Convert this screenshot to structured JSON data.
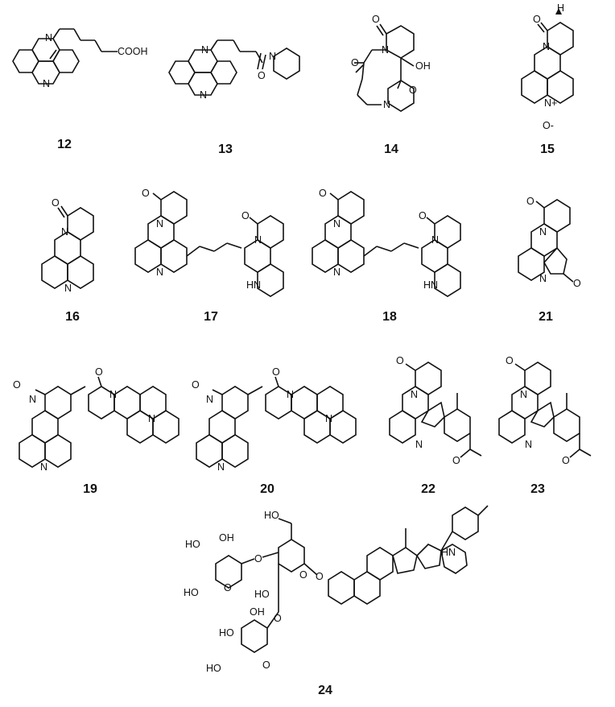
{
  "figure": {
    "compounds": [
      {
        "id": "12",
        "group": "COOH"
      },
      {
        "id": "13"
      },
      {
        "id": "14"
      },
      {
        "id": "15"
      },
      {
        "id": "16"
      },
      {
        "id": "17"
      },
      {
        "id": "18"
      },
      {
        "id": "21"
      },
      {
        "id": "19"
      },
      {
        "id": "20"
      },
      {
        "id": "22"
      },
      {
        "id": "23"
      },
      {
        "id": "24"
      }
    ],
    "atoms": {
      "N": "N",
      "NH_plus": "N+",
      "O": "O",
      "O_minus": "O-",
      "OH": "OH",
      "HO": "HO",
      "H": "H",
      "HN": "HN"
    }
  }
}
